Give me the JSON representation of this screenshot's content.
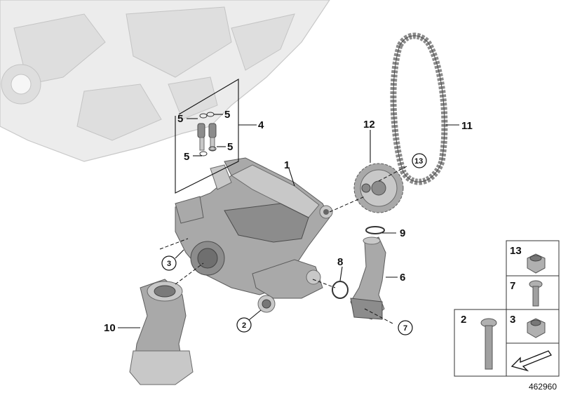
{
  "labels": {
    "p1": "1",
    "p2": "2",
    "p3": "3",
    "p4": "4",
    "p5a": "5",
    "p5b": "5",
    "p5c": "5",
    "p5d": "5",
    "p6": "6",
    "p7": "7",
    "p8": "8",
    "p9": "9",
    "p10": "10",
    "p11": "11",
    "p12": "12",
    "p13": "13"
  },
  "parts_table": {
    "cell13": "13",
    "cell7": "7",
    "cell2": "2",
    "cell3": "3"
  },
  "diagram_id": "462960",
  "colors": {
    "part_fill": "#a9a9a9",
    "ghost_block": "#ececec",
    "line": "#111111"
  }
}
